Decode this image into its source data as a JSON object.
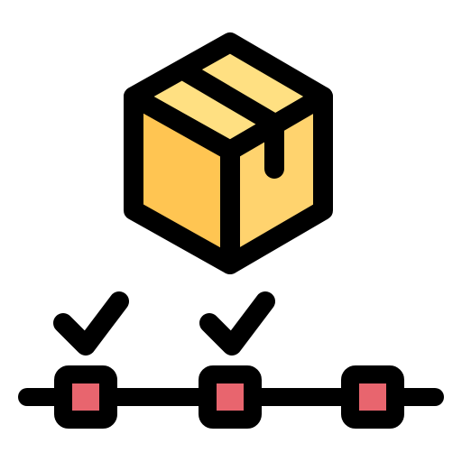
{
  "icon": {
    "name": "package-delivery-tracking-icon",
    "box": {
      "name": "package-box-icon",
      "colors": {
        "top": "#FFE082",
        "left": "#FFC552",
        "right": "#FFD36E",
        "outline": "#000000"
      }
    },
    "timeline": {
      "name": "delivery-timeline",
      "line_color": "#000000",
      "steps": [
        {
          "name": "step-1-node",
          "completed": true,
          "color": "#E8656E"
        },
        {
          "name": "step-2-node",
          "completed": true,
          "color": "#E8656E"
        },
        {
          "name": "step-3-node",
          "completed": false,
          "color": "#E8656E"
        }
      ]
    }
  }
}
